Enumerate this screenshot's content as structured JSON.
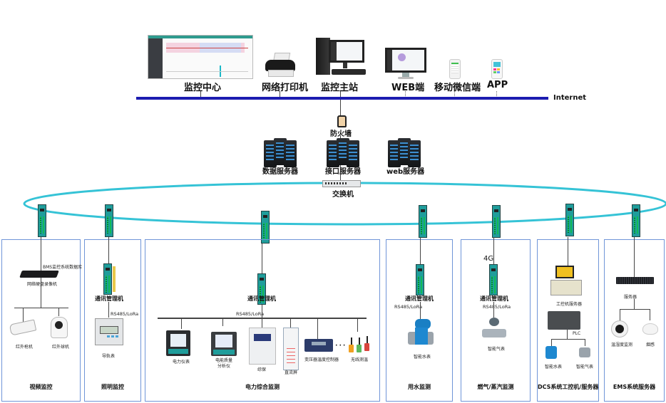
{
  "top_tier": {
    "items": [
      {
        "label": "监控中心",
        "icon": "monitoring-dashboard-screen"
      },
      {
        "label": "网络打印机",
        "icon": "printer-icon"
      },
      {
        "label": "监控主站",
        "icon": "desktop-computer-icon"
      },
      {
        "label": "WEB端",
        "icon": "web-monitor-icon"
      },
      {
        "label": "移动微信端",
        "icon": "mobile-wechat-icon"
      },
      {
        "label": "APP",
        "icon": "mobile-app-icon"
      }
    ],
    "network_label": "Internet",
    "network_color": "#1c1cb0"
  },
  "middle_tier": {
    "firewall": {
      "label": "防火墙",
      "icon": "firewall-icon"
    },
    "servers": [
      {
        "label": "数据服务器",
        "icon": "server-rack-icon"
      },
      {
        "label": "接口服务器",
        "icon": "server-rack-icon"
      },
      {
        "label": "web服务器",
        "icon": "server-rack-icon"
      }
    ],
    "switch": {
      "label": "交换机",
      "icon": "network-switch-icon"
    },
    "ring_color": "#35c3d6"
  },
  "subsystems": [
    {
      "title": "视频监控",
      "nodes": [
        {
          "label": "BMS监控系统数据库"
        },
        {
          "label": "网络硬盘录像机"
        },
        {
          "label": "红外枪机"
        },
        {
          "label": "红外球机"
        }
      ]
    },
    {
      "title": "照明监控",
      "gateway_label": "通讯管理机",
      "bus_label": "RS485/LoRa",
      "nodes": [
        {
          "label": "导轨表"
        }
      ]
    },
    {
      "title": "电力综合监测",
      "gateway_label": "通讯管理机",
      "bus_label": "RS485/LoRa",
      "nodes": [
        {
          "label": "电力仪表"
        },
        {
          "label": "电能质量\n分析仪"
        },
        {
          "label": "综保"
        },
        {
          "label": "直流屏"
        },
        {
          "label": "变压器温度控制器"
        },
        {
          "label": "无线测温"
        }
      ],
      "ellipsis": "• • •"
    },
    {
      "title": "用水监测",
      "gateway_label": "通讯管理机",
      "bus_label": "RS485/LoRa",
      "nodes": [
        {
          "label": "智能水表"
        }
      ]
    },
    {
      "title": "燃气/蒸汽监测",
      "uplink_label": "4G",
      "gateway_label": "通讯管理机",
      "bus_label": "RS485/LoRa",
      "nodes": [
        {
          "label": "智能气表"
        }
      ]
    },
    {
      "title": "DCS系统工控机/服务器",
      "nodes": [
        {
          "label": "工控机服务器"
        },
        {
          "label": "PLC"
        },
        {
          "label": "智能水表"
        },
        {
          "label": "智能气表"
        }
      ]
    },
    {
      "title": "EMS系统服务器",
      "nodes": [
        {
          "label": "服务器"
        },
        {
          "label": "温湿度监测"
        },
        {
          "label": "烟感"
        }
      ]
    }
  ]
}
